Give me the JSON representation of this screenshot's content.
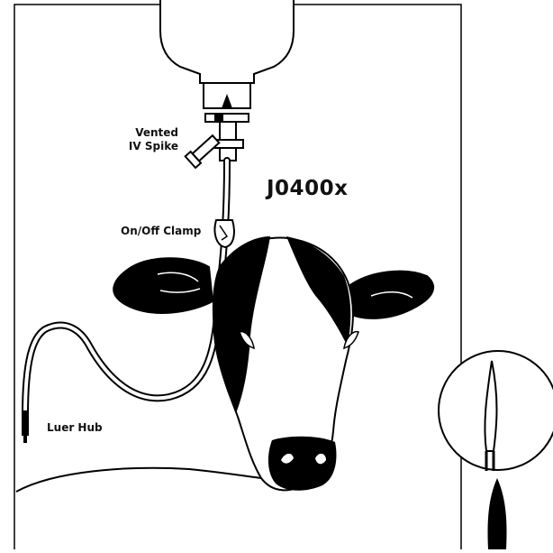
{
  "diagram": {
    "product_code": "J0400x",
    "labels": {
      "vented_iv_spike_line1": "Vented",
      "vented_iv_spike_line2": "IV Spike",
      "on_off_clamp": "On/Off Clamp",
      "luer_hub": "Luer Hub"
    }
  }
}
